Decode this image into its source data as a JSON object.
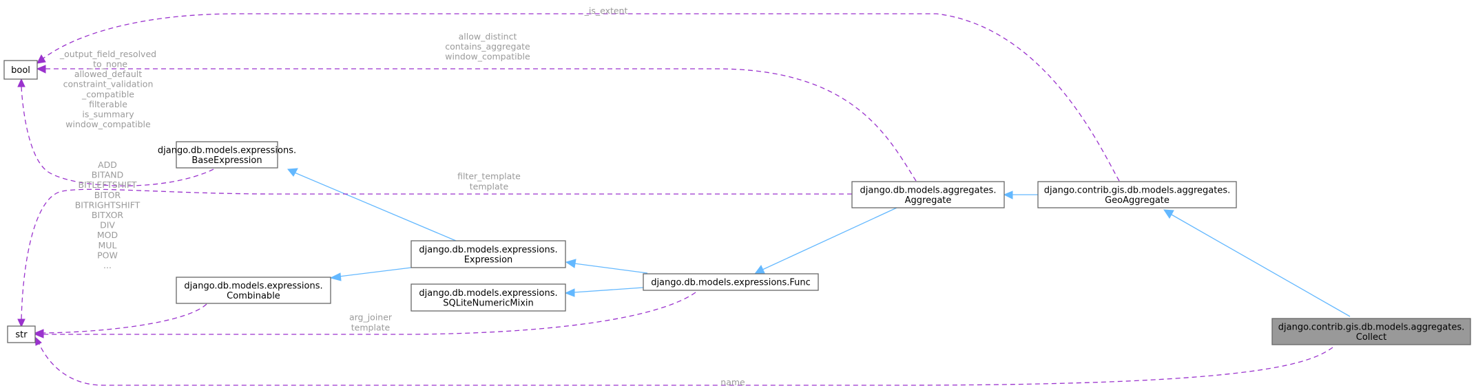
{
  "nodes": {
    "bool": {
      "label": [
        "bool"
      ]
    },
    "str": {
      "label": [
        "str"
      ]
    },
    "base_expression": {
      "label": [
        "django.db.models.expressions.",
        "BaseExpression"
      ]
    },
    "combinable": {
      "label": [
        "django.db.models.expressions.",
        "Combinable"
      ]
    },
    "expression": {
      "label": [
        "django.db.models.expressions.",
        "Expression"
      ]
    },
    "sqlite_mixin": {
      "label": [
        "django.db.models.expressions.",
        "SQLiteNumericMixin"
      ]
    },
    "func": {
      "label": [
        "django.db.models.expressions.Func"
      ]
    },
    "aggregate": {
      "label": [
        "django.db.models.aggregates.",
        "Aggregate"
      ]
    },
    "geo_aggregate": {
      "label": [
        "django.contrib.gis.db.models.aggregates.",
        "GeoAggregate"
      ]
    },
    "collect": {
      "label": [
        "django.contrib.gis.db.models.aggregates.",
        "Collect"
      ]
    }
  },
  "edge_labels": {
    "is_extent": [
      "_is_extent"
    ],
    "aggregate_bool": [
      "allow_distinct",
      "contains_aggregate",
      "window_compatible"
    ],
    "base_bool": [
      "_output_field_resolved",
      "_to_none",
      "allowed_default",
      "constraint_validation",
      "_compatible",
      "filterable",
      "is_summary",
      "window_compatible"
    ],
    "aggregate_str": [
      "filter_template",
      "template"
    ],
    "combinable_str": [
      "ADD",
      "BITAND",
      "BITLEFTSHIFT",
      "BITOR",
      "BITRIGHTSHIFT",
      "BITXOR",
      "DIV",
      "MOD",
      "MUL",
      "POW",
      "..."
    ],
    "func_str": [
      "arg_joiner",
      "template"
    ],
    "collect_str": [
      "name"
    ]
  }
}
